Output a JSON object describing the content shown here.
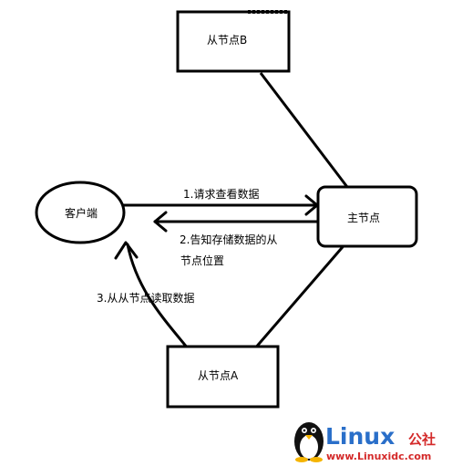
{
  "nodes": {
    "slave_b": "从节点B",
    "master": "主节点",
    "client": "客户端",
    "slave_a": "从节点A"
  },
  "edges": {
    "step1": "1.请求查看数据",
    "step2_line1": "2.告知存储数据的从",
    "step2_line2": "节点位置",
    "step3": "3.从从节点读取数据"
  },
  "watermark": {
    "brand": "Linux",
    "suffix": "公社",
    "url": "www.Linuxidc.com"
  }
}
